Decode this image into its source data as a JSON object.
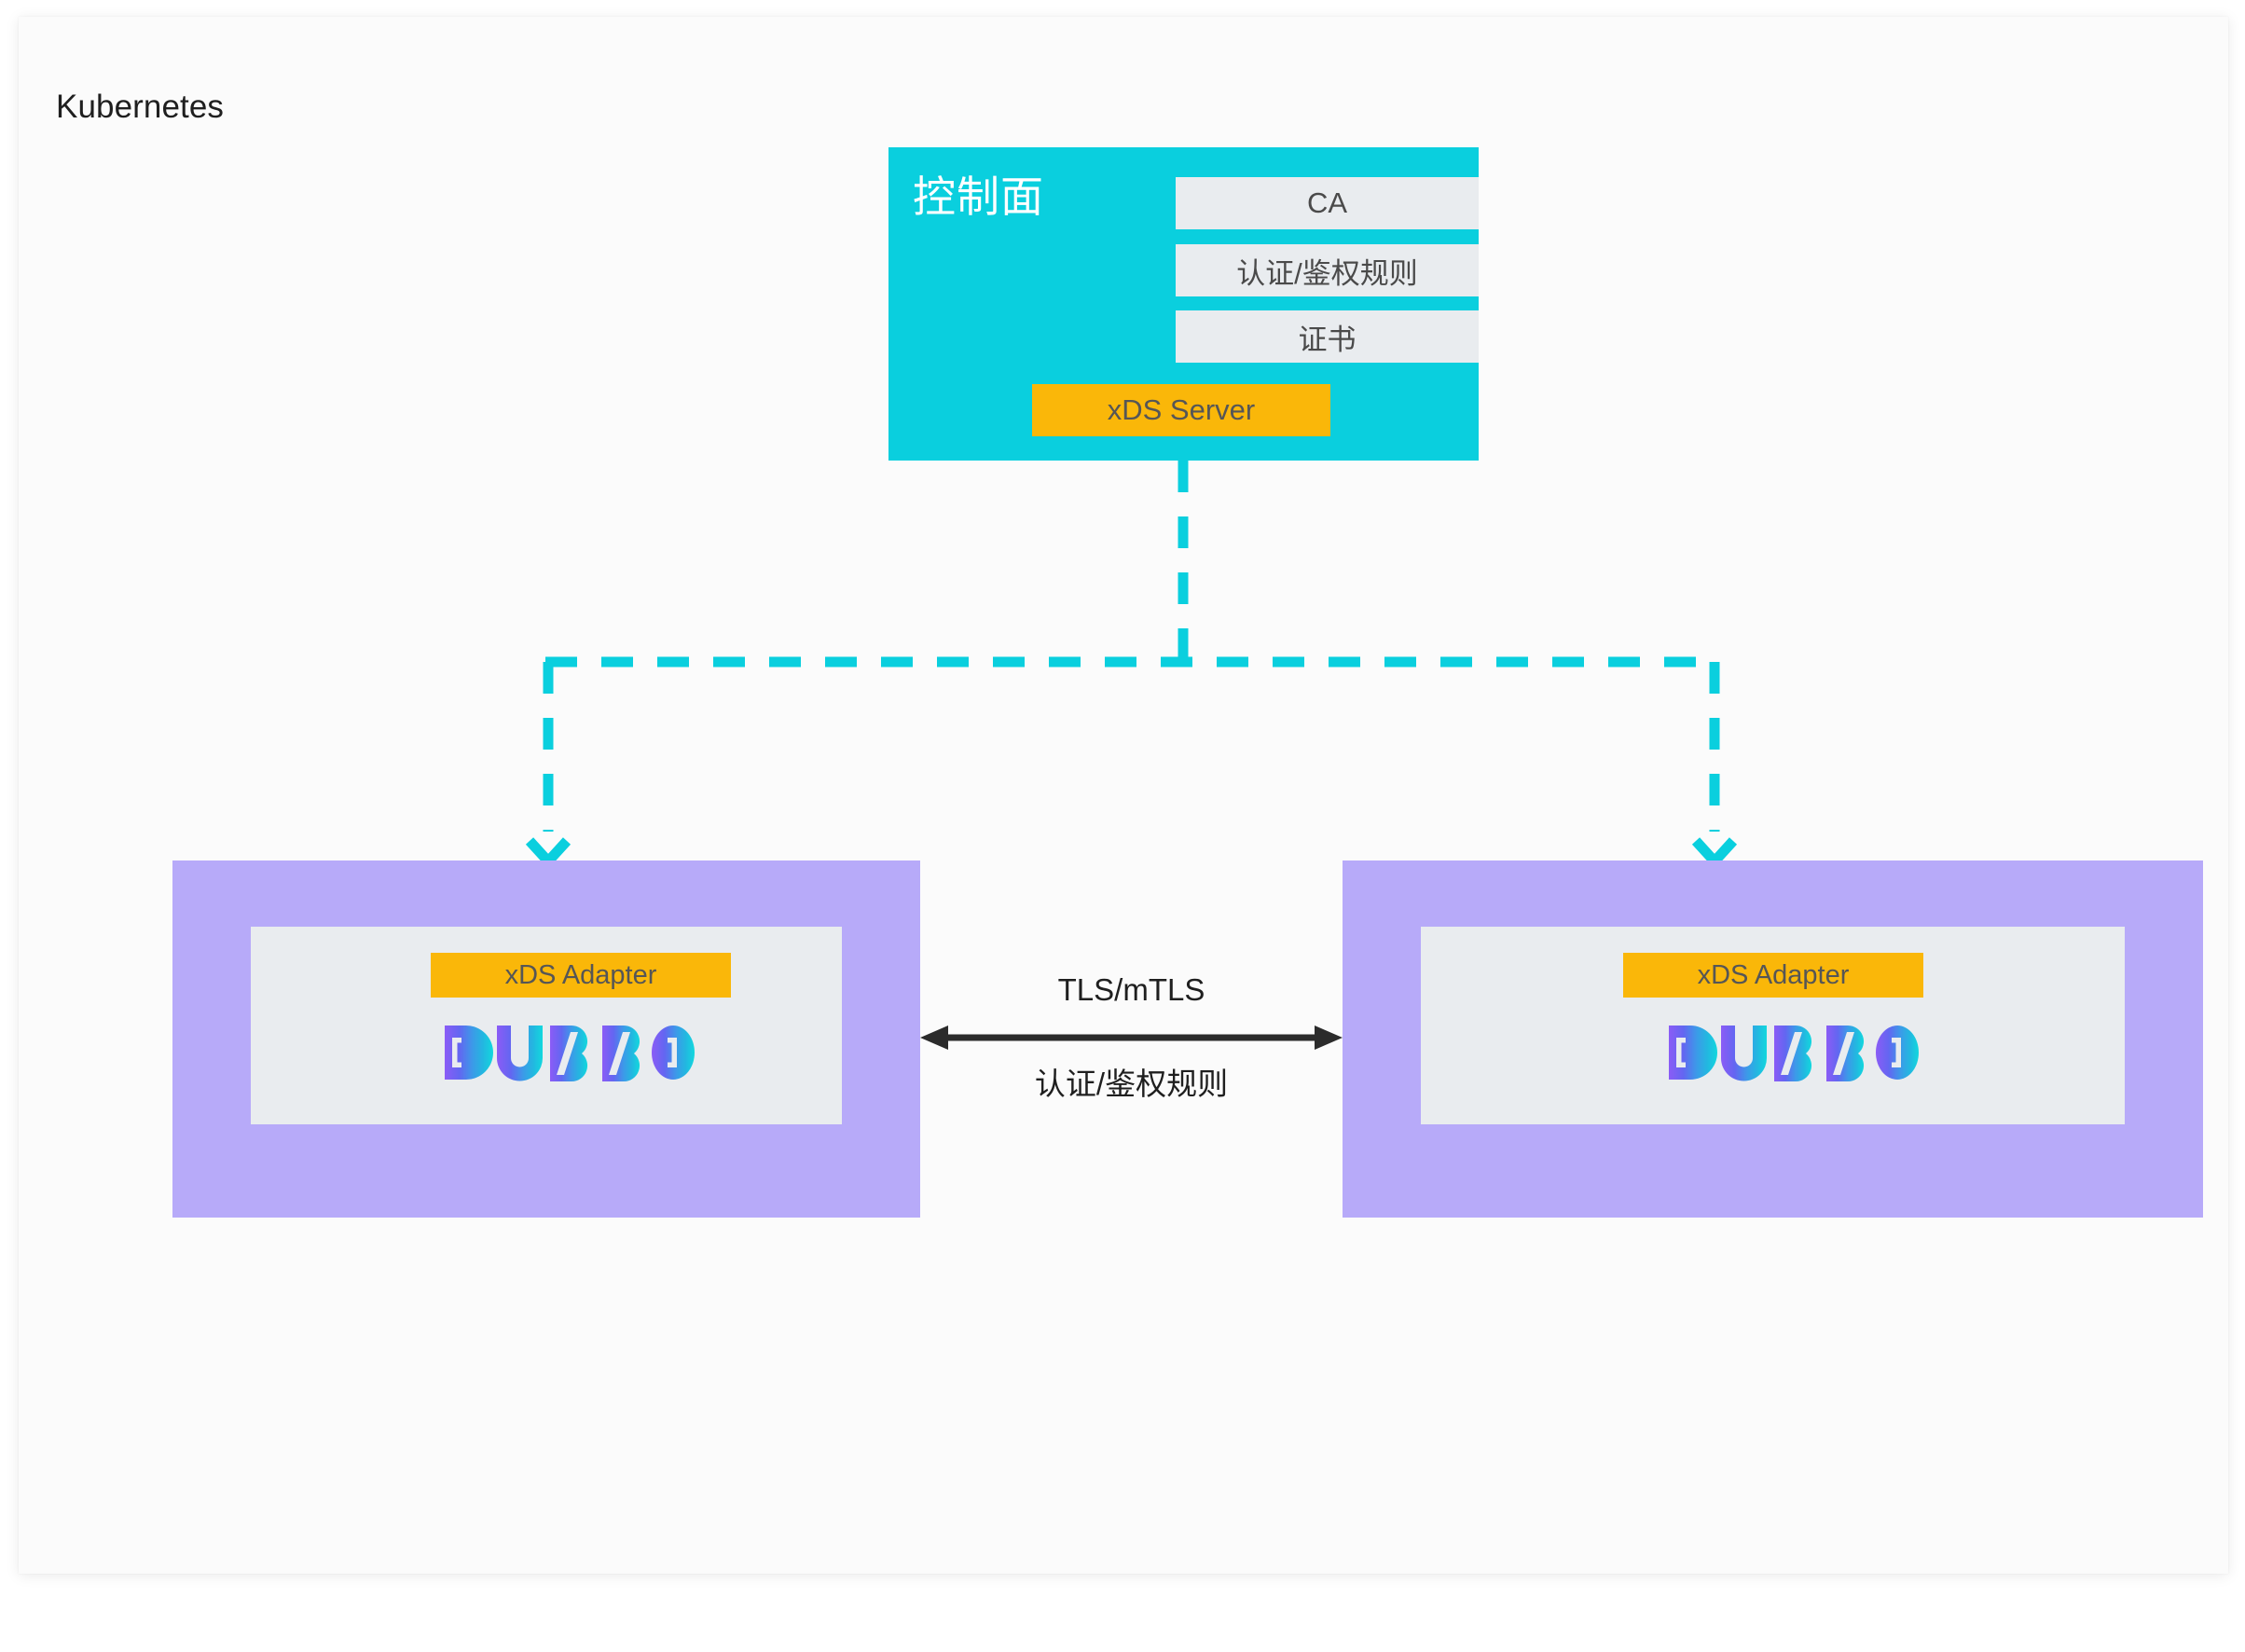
{
  "canvas": {
    "background_color": "#FBFBFB",
    "page_background_color": "#FFFFFF"
  },
  "diagram": {
    "title": "Kubernetes",
    "colors": {
      "control_plane": "#0ACFDE",
      "pod": "#B7AAF9",
      "panel_gray": "#E9ECEF",
      "accent_amber": "#FAB709",
      "connector_cyan": "#0ACFDE",
      "arrow_black": "#2B2B2B",
      "text_dark": "#1F1F1F",
      "text_gray": "#4A4A4A"
    },
    "control_plane": {
      "title": "控制面",
      "chips": [
        {
          "label": "CA"
        },
        {
          "label": "认证/鉴权规则"
        },
        {
          "label": "证书"
        }
      ],
      "server_chip": {
        "label": "xDS Server"
      }
    },
    "connector": {
      "style": "dashed",
      "color": "#0ACFDE",
      "arrowhead": "open-v-down",
      "description": "xDS push from control plane down to both pods"
    },
    "pods": [
      {
        "id": "pod-left",
        "adapter_chip": {
          "label": "xDS Adapter"
        },
        "logo": {
          "name": "dubbo-logo",
          "text": "DUBBO"
        }
      },
      {
        "id": "pod-right",
        "adapter_chip": {
          "label": "xDS Adapter"
        },
        "logo": {
          "name": "dubbo-logo",
          "text": "DUBBO"
        }
      }
    ],
    "inter_pod_link": {
      "label_top": "TLS/mTLS",
      "label_bottom": "认证/鉴权规则",
      "arrow": "bidirectional",
      "color": "#2B2B2B"
    }
  }
}
